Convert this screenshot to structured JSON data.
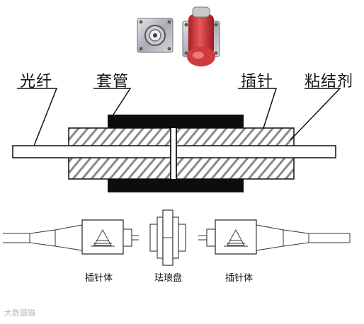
{
  "labels": {
    "fiber": "光纤",
    "sleeve": "套管",
    "ferrule": "插针",
    "adhesive": "粘结剂",
    "ferrule_body_left": "插针体",
    "flange": "珐琅盘",
    "ferrule_body_right": "插针体"
  },
  "watermark": "大数据猫",
  "colors": {
    "line": "#111111",
    "hatch": "#888888",
    "sleeve_black": "#0d0d0d",
    "connector_metal": "#b9bcc2",
    "connector_red": "#d63a3a"
  },
  "icons": {
    "connector_silver": "fc-adapter-silver-icon",
    "connector_red": "fc-adapter-red-cap-icon"
  }
}
